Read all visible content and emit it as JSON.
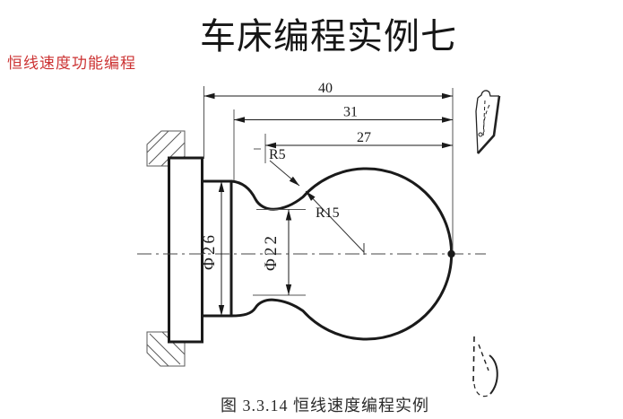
{
  "slide": {
    "title": "车床编程实例七",
    "subtitle": "恒线速度功能编程",
    "caption": "图 3.3.14  恒线速度编程实例"
  },
  "drawing": {
    "dims": {
      "len40": "40",
      "len31": "31",
      "len27": "27",
      "dia26": "Φ26",
      "dia22": "Φ22",
      "r5": "R5",
      "r15": "R15"
    },
    "colors": {
      "outline": "#1a1a1a",
      "thin_line": "#555555",
      "subtitle_red": "#cc3333"
    },
    "icons": {
      "top_right": "turning-tool-icon",
      "bottom_right": "turning-tool-dashed-icon"
    }
  }
}
